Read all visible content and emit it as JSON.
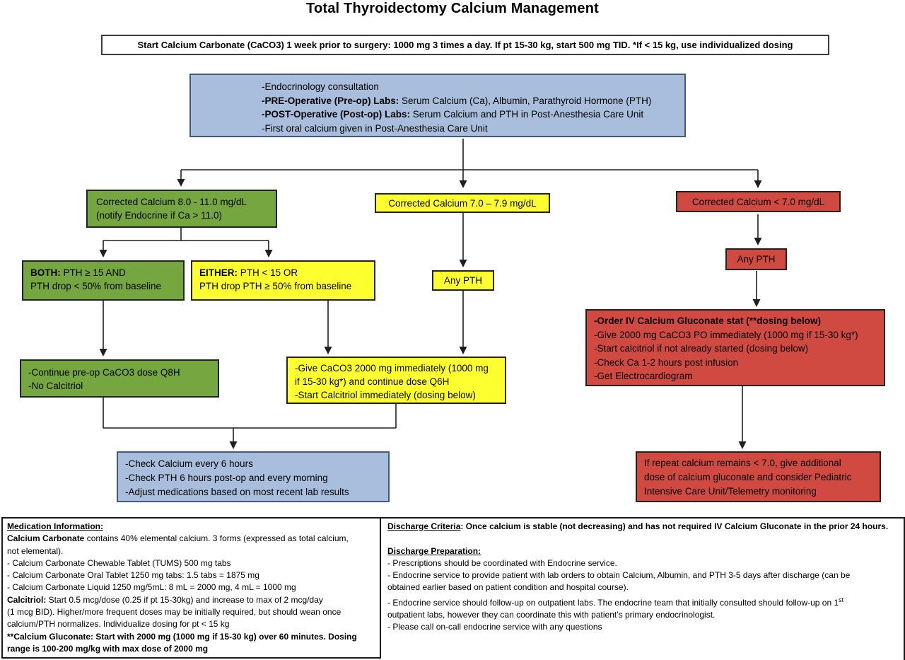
{
  "title": "Total Thyroidectomy Calcium Management",
  "colors": {
    "blue": "#a9bedc",
    "green": "#76a63f",
    "yellow": "#feff2e",
    "red": "#d04a42",
    "white": "#ffffff",
    "line": "#1f1f1f"
  },
  "boxes": {
    "start": {
      "lines": [
        [
          {
            "t": "Start Calcium Carbonate (CaCO3) 1 week prior to surgery: 1000 mg 3 times a day. If pt 15-30 kg, start 500 mg TID. *If < 15 kg, use individualized dosing",
            "b": true
          }
        ]
      ]
    },
    "consult": {
      "lines": [
        [
          {
            "t": "-Endocrinology consultation"
          }
        ],
        [
          {
            "t": "-PRE-Operative (Pre-op) Labs:",
            "b": true
          },
          {
            "t": " Serum Calcium (Ca), Albumin, Parathyroid Hormone (PTH)"
          }
        ],
        [
          {
            "t": "-POST-Operative (Post-op) Labs:",
            "b": true
          },
          {
            "t": " Serum Calcium and PTH in Post-Anesthesia Care Unit"
          }
        ],
        [
          {
            "t": "-First oral calcium given in Post-Anesthesia Care Unit"
          }
        ]
      ]
    },
    "green_decision": {
      "lines": [
        [
          {
            "t": "Corrected Calcium 8.0 - 11.0 mg/dL"
          }
        ],
        [
          {
            "t": "(notify Endocrine if Ca > 11.0)"
          }
        ]
      ]
    },
    "yellow_decision": {
      "lines": [
        [
          {
            "t": "Corrected Calcium 7.0 – 7.9 mg/dL"
          }
        ]
      ]
    },
    "red_decision": {
      "lines": [
        [
          {
            "t": "Corrected Calcium < 7.0 mg/dL"
          }
        ]
      ]
    },
    "both": {
      "lines": [
        [
          {
            "t": "BOTH:",
            "b": true
          },
          {
            "t": " PTH ≥ 15 AND"
          }
        ],
        [
          {
            "t": "PTH drop < 50% from baseline"
          }
        ]
      ]
    },
    "either": {
      "lines": [
        [
          {
            "t": "EITHER:",
            "b": true
          },
          {
            "t": " PTH < 15 OR"
          }
        ],
        [
          {
            "t": "PTH drop PTH ≥ 50% from baseline"
          }
        ]
      ]
    },
    "any_pth_mid": {
      "lines": [
        [
          {
            "t": "Any PTH"
          }
        ]
      ]
    },
    "any_pth_right": {
      "lines": [
        [
          {
            "t": "Any PTH"
          }
        ]
      ]
    },
    "green_action": {
      "lines": [
        [
          {
            "t": "-Continue pre-op CaCO3 dose Q8H"
          }
        ],
        [
          {
            "t": "-No Calcitriol"
          }
        ]
      ]
    },
    "yellow_action": {
      "lines": [
        [
          {
            "t": "-Give CaCO3 2000 mg immediately (1000 mg"
          }
        ],
        [
          {
            "t": "if 15-30 kg*) and continue dose Q6H"
          }
        ],
        [
          {
            "t": "-Start Calcitriol immediately (dosing below)"
          }
        ]
      ]
    },
    "red_action": {
      "lines": [
        [
          {
            "t": "-Order IV Calcium Gluconate stat (**dosing below)",
            "b": true
          }
        ],
        [
          {
            "t": "-Give 2000 mg CaCO3 PO immediately (1000 mg if 15-30 kg*)"
          }
        ],
        [
          {
            "t": "-Start calcitriol if not already started (dosing below)"
          }
        ],
        [
          {
            "t": "-Check Ca 1-2 hours post infusion"
          }
        ],
        [
          {
            "t": "-Get Electrocardiogram"
          }
        ]
      ]
    },
    "blue_check": {
      "lines": [
        [
          {
            "t": "-Check Calcium every 6 hours"
          }
        ],
        [
          {
            "t": "-Check PTH 6 hours post-op and every morning"
          }
        ],
        [
          {
            "t": "-Adjust medications based on most recent lab results"
          }
        ]
      ]
    },
    "red_repeat": {
      "lines": [
        [
          {
            "t": "If repeat calcium remains < 7.0, give additional"
          }
        ],
        [
          {
            "t": "dose of calcium gluconate and consider Pediatric"
          }
        ],
        [
          {
            "t": "Intensive Care Unit/Telemetry monitoring"
          }
        ]
      ]
    }
  },
  "footer": {
    "medication": {
      "lines": [
        [
          {
            "t": "Medication Information:",
            "b": true,
            "u": true
          }
        ],
        [
          {
            "t": "Calcium Carbonate",
            "b": true
          },
          {
            "t": " contains 40% elemental calcium. 3 forms (expressed as total calcium,"
          }
        ],
        [
          {
            "t": "not elemental)."
          }
        ],
        [
          {
            "t": "- Calcium Carbonate Chewable Tablet (TUMS) 500 mg tabs"
          }
        ],
        [
          {
            "t": "- Calcium Carbonate Oral Tablet 1250 mg tabs: 1.5 tabs = 1875 mg"
          }
        ],
        [
          {
            "t": "- Calcium Carbonate Liquid 1250 mg/5mL: 8 mL = 2000 mg, 4 mL = 1000 mg"
          }
        ],
        [
          {
            "t": "Calcitriol:",
            "b": true
          },
          {
            "t": " Start 0.5 mcg/dose (0.25 if pt 15-30kg) and increase to max of 2 mcg/day"
          }
        ],
        [
          {
            "t": "(1 mcg BID). Higher/more frequent doses may be initially required, but should wean once"
          }
        ],
        [
          {
            "t": "calcium/PTH normalizes. Individualize dosing for pt < 15 kg"
          }
        ],
        [
          {
            "t": "**Calcium Gluconate: Start with 2000 mg (1000 mg if 15-30 kg) over 60 minutes. Dosing",
            "b": true
          }
        ],
        [
          {
            "t": "range is 100-200 mg/kg with max dose of 2000 mg",
            "b": true
          }
        ]
      ]
    },
    "discharge": {
      "lines": [
        [
          {
            "t": "Discharge Criteria",
            "b": true,
            "u": true
          },
          {
            "t": ": Once calcium is stable (not decreasing) and has not required IV Calcium Gluconate in the prior 24 hours.",
            "b": true
          }
        ],
        [],
        [
          {
            "t": "Discharge Preparation:",
            "b": true,
            "u": true
          }
        ],
        [
          {
            "t": "- Prescriptions should be coordinated with Endocrine service."
          }
        ],
        [
          {
            "t": "- Endocrine service to provide patient with lab orders to obtain Calcium, Albumin, and PTH 3-5 days after discharge (can be"
          }
        ],
        [
          {
            "t": "obtained earlier based on patient condition and hospital course)."
          }
        ],
        [
          {
            "t": "- Endocrine service should follow-up on outpatient labs. The endocrine team that initially consulted should follow-up on 1"
          },
          {
            "t": "st",
            "sup": true
          }
        ],
        [
          {
            "t": "outpatient labs, however they can coordinate this with patient’s primary endocrinologist."
          }
        ],
        [
          {
            "t": "- Please call on-call endocrine service with any questions"
          }
        ]
      ]
    }
  }
}
